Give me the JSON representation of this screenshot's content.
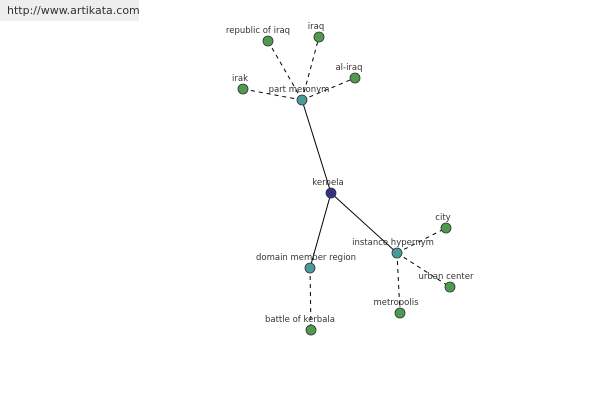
{
  "source_url": "http://www.artikata.com",
  "colors": {
    "root": "#333388",
    "relation": "#4a9a9a",
    "leaf": "#4e9a4e",
    "edge": "#000000",
    "background": "#ffffff"
  },
  "graph": {
    "root": {
      "id": "kerbela",
      "label": "kerbela"
    },
    "relations": [
      {
        "id": "part_meronym",
        "label": "part meronym",
        "terms": [
          {
            "id": "republic_of_iraq",
            "label": "republic of iraq"
          },
          {
            "id": "iraq",
            "label": "iraq"
          },
          {
            "id": "al_iraq",
            "label": "al-iraq"
          },
          {
            "id": "irak",
            "label": "irak"
          }
        ]
      },
      {
        "id": "instance_hypernym",
        "label": "instance hypernym",
        "terms": [
          {
            "id": "city",
            "label": "city"
          },
          {
            "id": "urban_center",
            "label": "urban center"
          },
          {
            "id": "metropolis",
            "label": "metropolis"
          }
        ]
      },
      {
        "id": "domain_member_region",
        "label": "domain member region",
        "terms": [
          {
            "id": "battle_of_kerbala",
            "label": "battle of kerbala"
          }
        ]
      }
    ]
  }
}
